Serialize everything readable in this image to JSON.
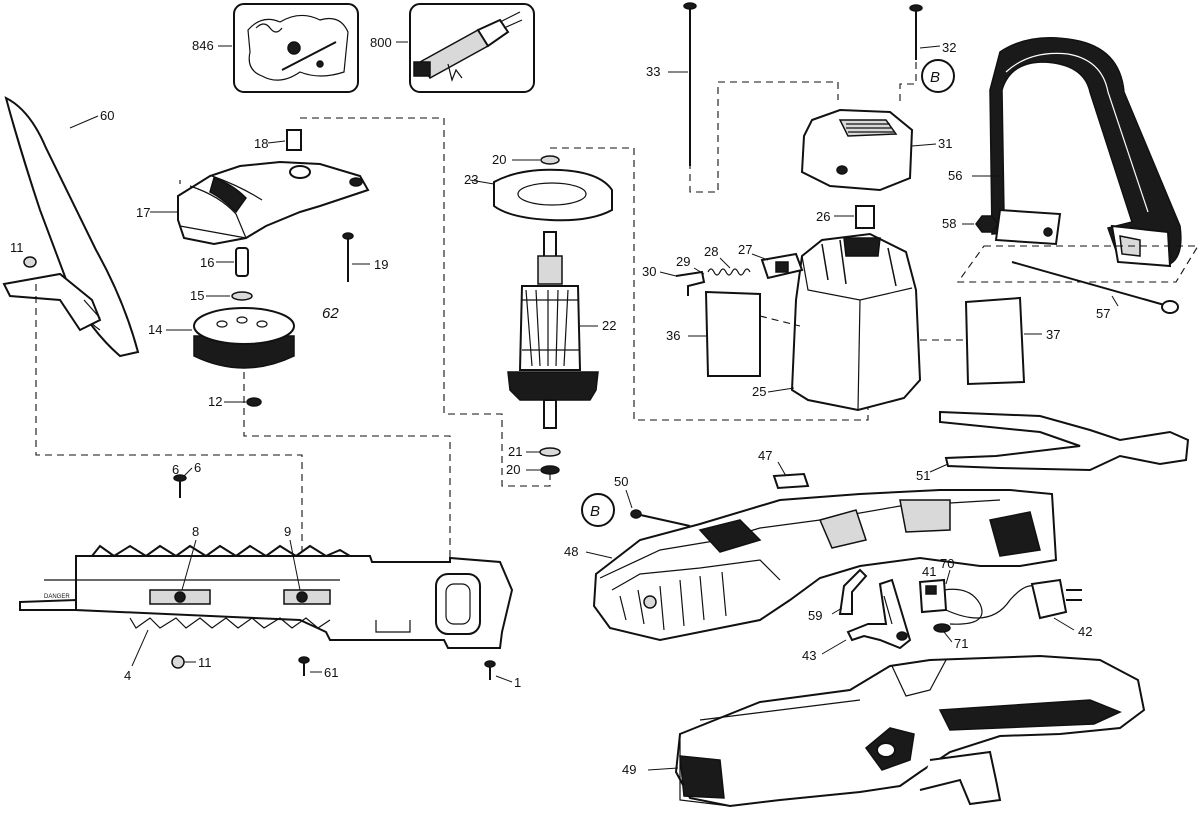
{
  "diagram": {
    "parts": {
      "p846": "846",
      "p800": "800",
      "p60": "60",
      "p18": "18",
      "p17": "17",
      "p19": "19",
      "p16": "16",
      "p15": "15",
      "p14": "14",
      "p62": "62",
      "p12": "12",
      "p11a": "11",
      "p11b": "11",
      "p6": "6",
      "p8": "8",
      "p9": "9",
      "p4": "4",
      "p61": "61",
      "p1": "1",
      "p20a": "20",
      "p20b": "20",
      "p23": "23",
      "p22": "22",
      "p21": "21",
      "p33": "33",
      "p32": "32",
      "p31": "31",
      "p56": "56",
      "p58": "58",
      "p57": "57",
      "p26": "26",
      "p27": "27",
      "p28": "28",
      "p29": "29",
      "p30": "30",
      "p36": "36",
      "p37": "37",
      "p25": "25",
      "p51": "51",
      "p47": "47",
      "p50": "50",
      "p48": "48",
      "p41": "41",
      "p70": "70",
      "p59": "59",
      "p42": "42",
      "p43": "43",
      "p71": "71",
      "p49": "49"
    },
    "markers": {
      "b_top": "B",
      "b_housing": "B"
    },
    "blade_text": "DANGER"
  }
}
